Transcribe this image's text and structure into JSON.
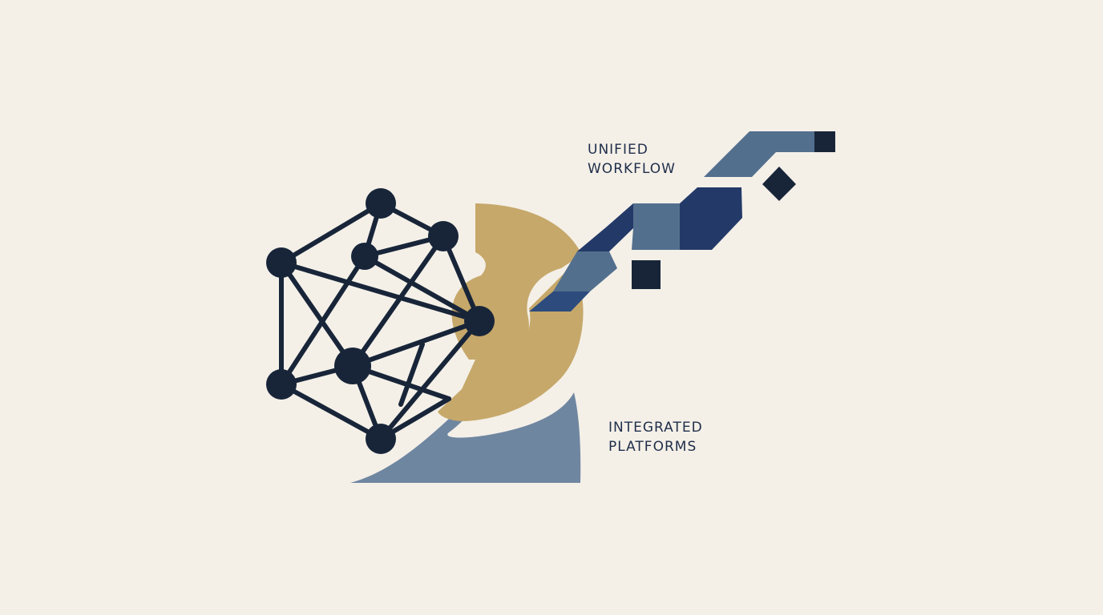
{
  "labels": {
    "unified_workflow": [
      "UNIFIED",
      "WORKFLOW"
    ],
    "integrated_platforms": [
      "INTEGRATED",
      "PLATFORMS"
    ]
  },
  "colors": {
    "background": "#f4f0e8",
    "navy": "#182539",
    "navy_blue": "#233a68",
    "slate_blue": "#536f8e",
    "gold": "#c6a86a",
    "muted_blue": "#6f86a0",
    "text": "#1f2e4a"
  },
  "diagram": {
    "left_element": "network-graph",
    "center_element": "gold-arc",
    "right_element": "stepped-ribbon",
    "bottom_element": "blue-wave",
    "network_nodes": 8,
    "network_edges": 19
  }
}
